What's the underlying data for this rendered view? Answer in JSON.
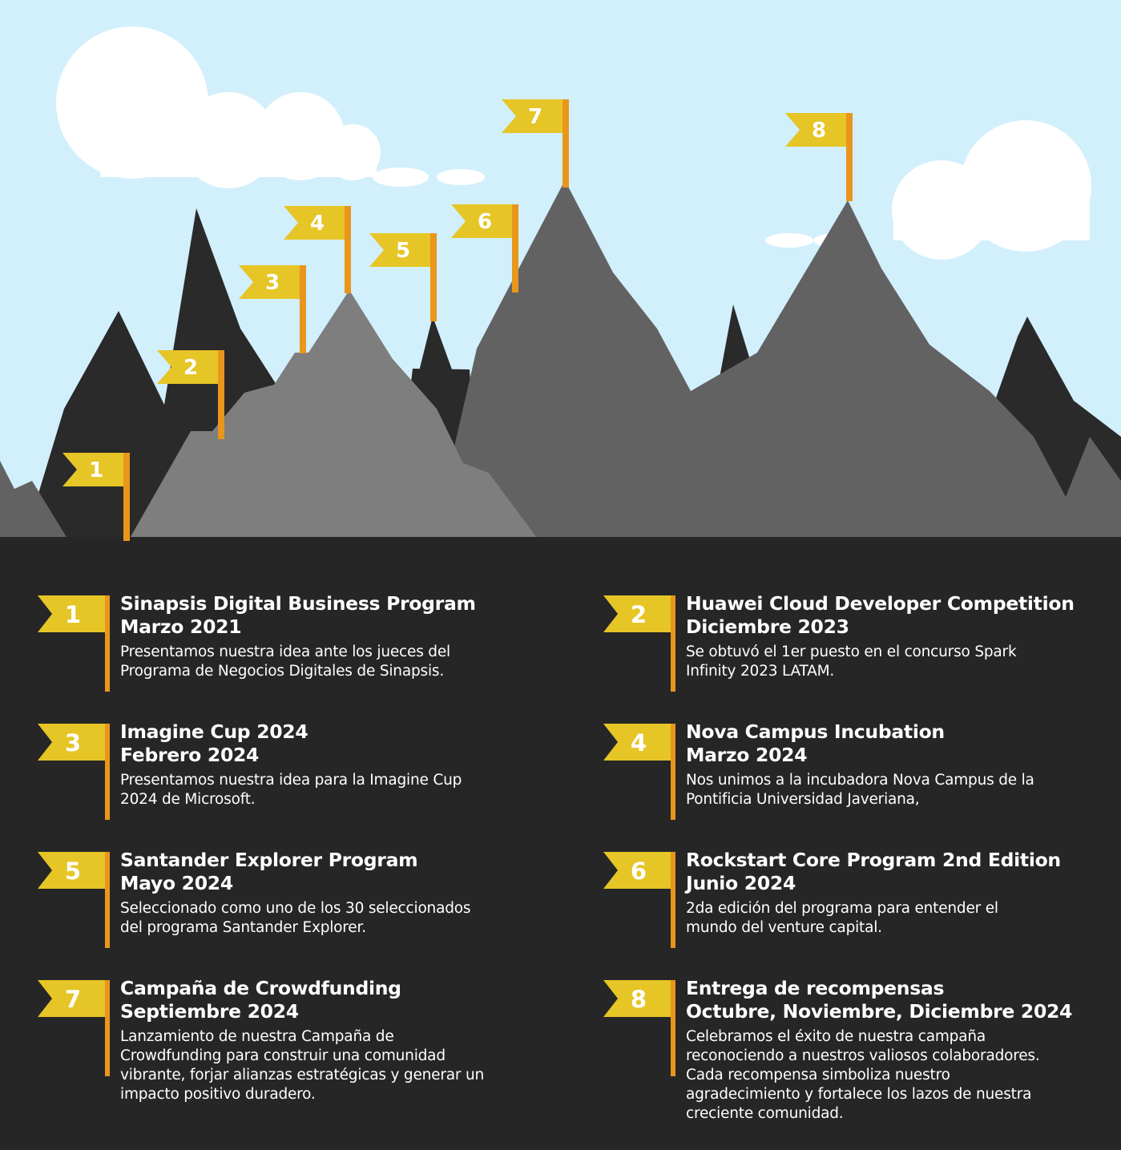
{
  "colors": {
    "sky": "#d2effc",
    "cloud": "#ffffff",
    "mountain_dark": "#2a2a2a",
    "mountain_mid": "#626262",
    "mountain_light": "#7e7e7e",
    "ground": "#262626",
    "flag": "#e6c526",
    "pole": "#e8961c",
    "text": "#ffffff"
  },
  "scene_flags": [
    "1",
    "2",
    "3",
    "4",
    "5",
    "6",
    "7",
    "8"
  ],
  "milestones": [
    {
      "number": "1",
      "title": "Sinapsis Digital Business Program",
      "date": "Marzo 2021",
      "lines": [
        "Presentamos nuestra idea ante los jueces del",
        "Programa de Negocios Digitales de Sinapsis."
      ]
    },
    {
      "number": "2",
      "title": "Huawei Cloud Developer Competition",
      "date": "Diciembre 2023",
      "lines": [
        "Se obtuvó el 1er puesto en el concurso Spark",
        "Infinity 2023 LATAM."
      ]
    },
    {
      "number": "3",
      "title": "Imagine Cup 2024",
      "date": "Febrero 2024",
      "lines": [
        "Presentamos nuestra idea para la Imagine Cup",
        "2024 de Microsoft."
      ]
    },
    {
      "number": "4",
      "title": "Nova Campus Incubation",
      "date": "Marzo 2024",
      "lines": [
        "Nos unimos a la incubadora Nova Campus de la",
        "Pontificia Universidad Javeriana,"
      ]
    },
    {
      "number": "5",
      "title": "Santander Explorer Program",
      "date": "Mayo 2024",
      "lines": [
        "Seleccionado como uno de los 30 seleccionados",
        "del programa Santander Explorer."
      ]
    },
    {
      "number": "6",
      "title": "Rockstart Core Program 2nd Edition",
      "date": "Junio 2024",
      "lines": [
        "2da edición del programa para entender el",
        "mundo del venture capital."
      ]
    },
    {
      "number": "7",
      "title": "Campaña de Crowdfunding",
      "date": "Septiembre 2024",
      "lines": [
        "Lanzamiento de nuestra Campaña de",
        "Crowdfunding para construir una comunidad",
        "vibrante, forjar alianzas estratégicas y generar un",
        "impacto positivo duradero."
      ]
    },
    {
      "number": "8",
      "title": "Entrega de recompensas",
      "date": "Octubre, Noviembre, Diciembre 2024",
      "lines": [
        "Celebramos el éxito de nuestra campaña",
        "reconociendo a nuestros valiosos colaboradores.",
        "Cada recompensa simboliza nuestro",
        "agradecimiento y fortalece los lazos de nuestra",
        "creciente comunidad."
      ]
    }
  ]
}
